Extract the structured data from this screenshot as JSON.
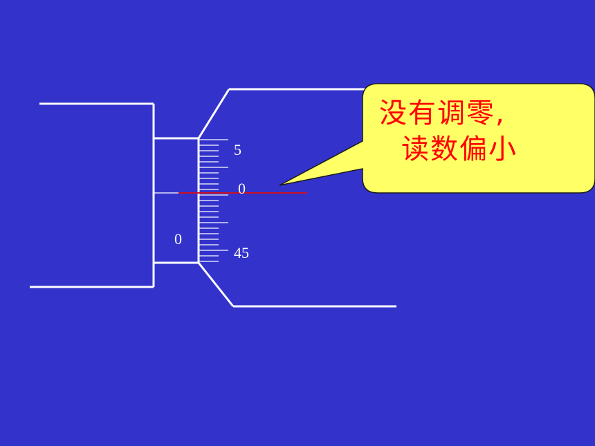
{
  "diagram": {
    "colors": {
      "background": "#3333cc",
      "lines": "#ffffff",
      "reference_line": "#cc1122",
      "callout_fill": "#ffff66",
      "callout_text": "#ff0000"
    },
    "labels": {
      "thimble_top": "5",
      "thimble_mid": "0",
      "thimble_bottom": "45",
      "sleeve_zero": "0"
    },
    "callout": {
      "line1": "没有调零,",
      "line2": "读数偏小"
    }
  }
}
